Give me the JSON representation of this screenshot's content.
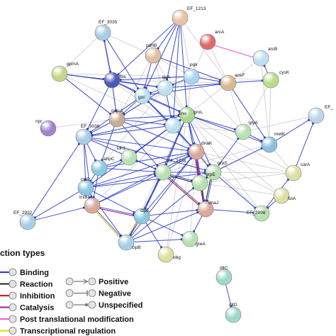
{
  "network": {
    "nodes": [
      {
        "id": "EF_1213",
        "color": "#e7c4a4"
      },
      {
        "id": "EF_3035",
        "color": "#a9cde6"
      },
      {
        "id": "arcA",
        "color": "#e06a6a"
      },
      {
        "id": "pdhB",
        "color": "#dcc0a0"
      },
      {
        "id": "arcB",
        "color": "#bde0f0"
      },
      {
        "id": "gpmA",
        "color": "#c5d68a"
      },
      {
        "id": "fba",
        "color": "#4a58b8"
      },
      {
        "id": "pgk",
        "color": "#a8d6f0"
      },
      {
        "id": "tpiA",
        "color": "#bde0f0"
      },
      {
        "id": "aceF",
        "color": "#d9b890"
      },
      {
        "id": "cysK",
        "color": "#b8dc8a"
      },
      {
        "id": "gor",
        "color": "#bde0f0"
      },
      {
        "id": "gap-1",
        "color": "#c5ad95"
      },
      {
        "id": "groL",
        "color": "#a7d88e"
      },
      {
        "id": "eno",
        "color": "#bde0f0"
      },
      {
        "id": "npr",
        "color": "#9d86cc"
      },
      {
        "id": "EF_3036",
        "color": "#a9cde6"
      },
      {
        "id": "glyA",
        "color": "#b8e0b0"
      },
      {
        "id": "metK",
        "color": "#8cc0e0"
      },
      {
        "id": "EF_",
        "color": "#bcd6e8"
      },
      {
        "id": "dnaK",
        "color": "#d9a89a"
      },
      {
        "id": "idh1",
        "color": "#b8e0b0"
      },
      {
        "id": "ahpC",
        "color": "#8cc8e0"
      },
      {
        "id": "EF_2738",
        "color": "#b8e0b0"
      },
      {
        "id": "groS",
        "color": "#b8e0b0"
      },
      {
        "id": "grpE",
        "color": "#b8e0b0"
      },
      {
        "id": "carA",
        "color": "#dce0a0"
      },
      {
        "id": "clpP",
        "color": "#8cc8e0"
      },
      {
        "id": "trxB",
        "color": "#d9a89a"
      },
      {
        "id": "EF_2932",
        "color": "#a9cde6"
      },
      {
        "id": "clpE",
        "color": "#8cc8e0"
      },
      {
        "id": "dnaJ",
        "color": "#d9a89a"
      },
      {
        "id": "EF_2898",
        "color": "#b8e0b0"
      },
      {
        "id": "folA",
        "color": "#dce0a0"
      },
      {
        "id": "clpB",
        "color": "#a9cde6"
      },
      {
        "id": "greA",
        "color": "#b8e0b0"
      },
      {
        "id": "obg",
        "color": "#dce0a0"
      },
      {
        "id": "dltC",
        "color": "#a0d8c8"
      },
      {
        "id": "dltD",
        "color": "#a0d8c8"
      }
    ]
  },
  "legend": {
    "actions_title": "ction types",
    "actions": [
      {
        "label": "Binding",
        "color": "#3344cc"
      },
      {
        "label": "Reaction",
        "color": "#333333"
      },
      {
        "label": "Inhibition",
        "color": "#cc2222"
      },
      {
        "label": "Catalysis",
        "color": "#aa22aa"
      },
      {
        "label": "Post translational modification",
        "color": "#ee66cc"
      },
      {
        "label": "Transcriptional regulation",
        "color": "#dddd22"
      }
    ],
    "effects": [
      {
        "label": "Positive",
        "icon": "arrow-icon"
      },
      {
        "label": "Negative",
        "icon": "bar-icon"
      },
      {
        "label": "Unspecified",
        "icon": "circle-icon"
      }
    ]
  }
}
